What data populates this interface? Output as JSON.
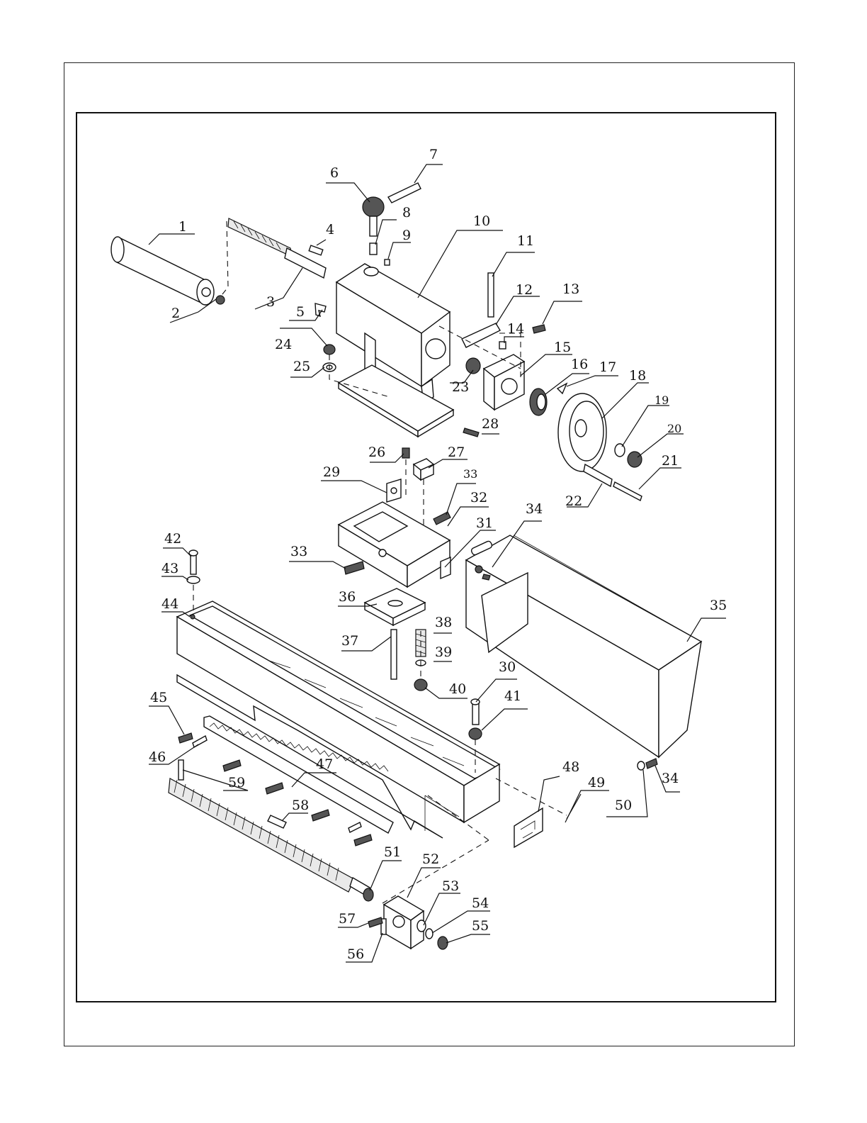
{
  "diagram": {
    "part_labels": [
      "1",
      "2",
      "3",
      "4",
      "5",
      "6",
      "7",
      "8",
      "9",
      "10",
      "11",
      "12",
      "13",
      "14",
      "15",
      "16",
      "17",
      "18",
      "19",
      "20",
      "21",
      "22",
      "23",
      "24",
      "25",
      "26",
      "27",
      "28",
      "29",
      "30",
      "31",
      "32",
      "33",
      "33",
      "34",
      "34",
      "34",
      "35",
      "36",
      "37",
      "38",
      "39",
      "40",
      "41",
      "42",
      "43",
      "44",
      "45",
      "46",
      "47",
      "48",
      "49",
      "50",
      "51",
      "52",
      "53",
      "54",
      "55",
      "56",
      "57",
      "58",
      "59"
    ]
  }
}
